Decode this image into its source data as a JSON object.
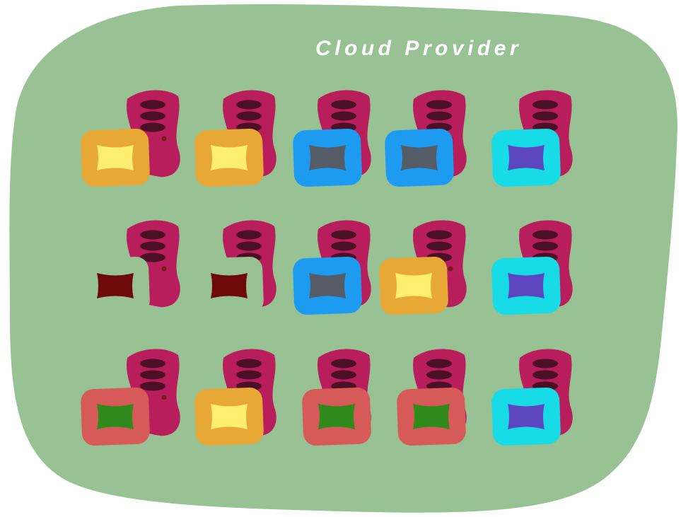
{
  "diagram": {
    "title": "Cloud Provider",
    "colors": {
      "cloud": "#98c294",
      "title": "#ffffff",
      "server_body": "#b81e5c",
      "server_vent": "#4b0f26",
      "server_led": "#7a1a1a"
    },
    "vm_styles": {
      "yellow": {
        "frame": "#e8a835",
        "core": "#fdee72"
      },
      "gray": {
        "frame": "#1c9bf0",
        "core": "#565c66"
      },
      "purple": {
        "frame": "#17dce8",
        "core": "#5b46c0"
      },
      "green": {
        "frame": "#d65b58",
        "core": "#2f8a1b"
      },
      "maroon": {
        "frame": "#98c294",
        "core": "#6d0a07"
      }
    },
    "grid": [
      [
        "yellow",
        "yellow",
        "gray",
        "gray",
        "purple"
      ],
      [
        "maroon",
        "maroon",
        "gray",
        "yellow",
        "purple"
      ],
      [
        "green",
        "yellow",
        "green",
        "green",
        "purple"
      ]
    ]
  }
}
